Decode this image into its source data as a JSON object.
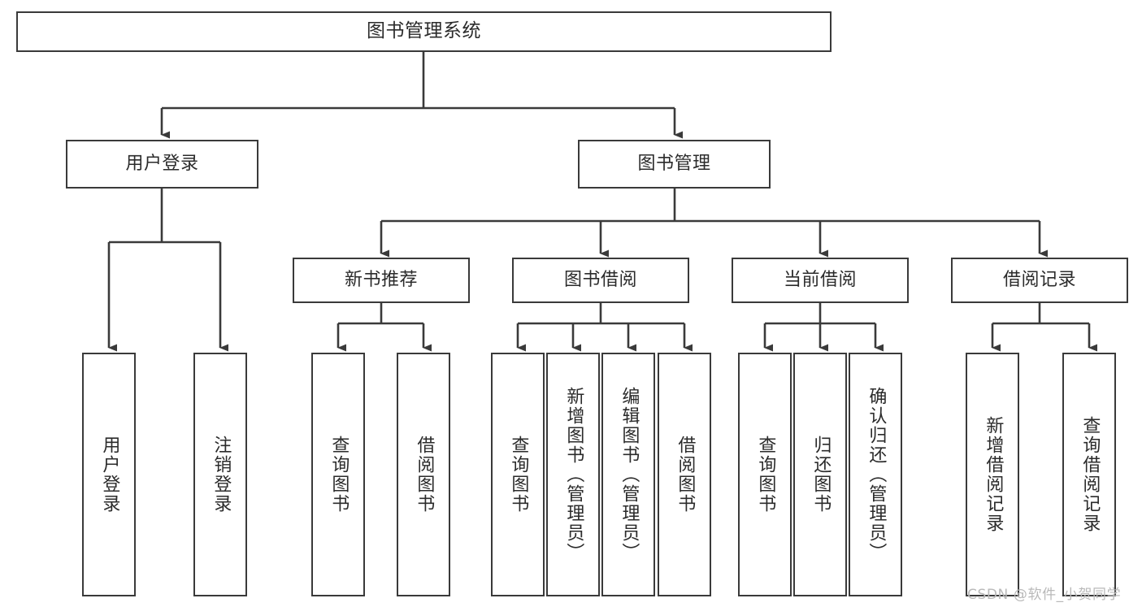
{
  "diagram": {
    "title": "图书管理系统",
    "type": "tree-hierarchy-diagram",
    "colors": {
      "box_border": "#3a3a3a",
      "line": "#3a3a3a",
      "text": "#2b2b2b",
      "background": "#ffffff",
      "watermark": "#b9b9b9"
    },
    "root": {
      "label": "图书管理系统"
    },
    "level2": [
      {
        "label": "用户登录"
      },
      {
        "label": "图书管理"
      }
    ],
    "level3": [
      {
        "label": "新书推荐"
      },
      {
        "label": "图书借阅"
      },
      {
        "label": "当前借阅"
      },
      {
        "label": "借阅记录"
      }
    ],
    "leaves": {
      "user_login": [
        {
          "label": "用户登录"
        },
        {
          "label": "注销登录"
        }
      ],
      "new_book_recommend": [
        {
          "label": "查询图书"
        },
        {
          "label": "借阅图书"
        }
      ],
      "book_borrow": [
        {
          "label": "查询图书"
        },
        {
          "label": "新增图书（管理员）"
        },
        {
          "label": "编辑图书（管理员）"
        },
        {
          "label": "借阅图书"
        }
      ],
      "current_borrow": [
        {
          "label": "查询图书"
        },
        {
          "label": "归还图书"
        },
        {
          "label": "确认归还（管理员）"
        }
      ],
      "borrow_record": [
        {
          "label": "新增借阅记录"
        },
        {
          "label": "查询借阅记录"
        }
      ]
    }
  },
  "watermark": {
    "text": "CSDN @软件_小贺同学"
  }
}
